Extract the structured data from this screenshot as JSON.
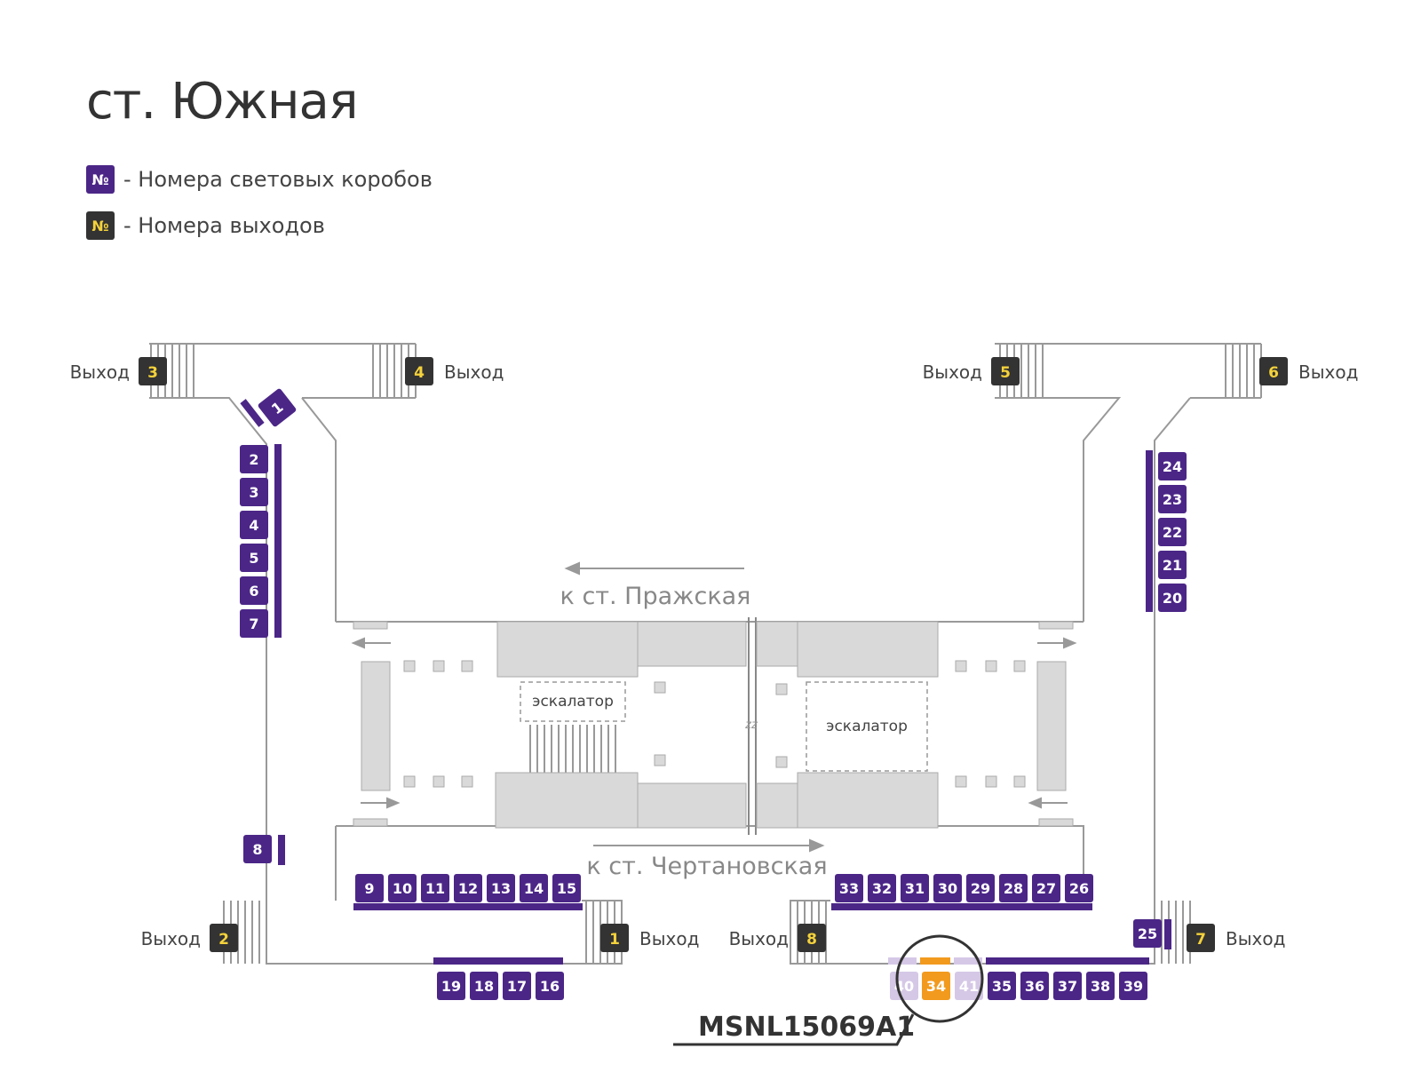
{
  "title": "ст. Южная",
  "legend": [
    {
      "symbol": "№",
      "text": "- Номера световых коробов",
      "color": "#4b2687"
    },
    {
      "symbol": "№",
      "text": "- Номера выходов",
      "color": "#333333"
    }
  ],
  "colors": {
    "box": "#4b2687",
    "exit": "#333333",
    "exit_number": "#f4d23b",
    "highlight": "#f29a1e",
    "faded": "#d5c8e6",
    "wall": "#999999",
    "structure": "#d9d9d9"
  },
  "exit_label": "Выход",
  "exits": [
    "1",
    "2",
    "3",
    "4",
    "5",
    "6",
    "7",
    "8"
  ],
  "directions": {
    "top": "к ст. Пражская",
    "bottom": "к ст. Чертановская"
  },
  "escalator_label": "эскалатор",
  "gap_mark": "zz",
  "boxes": [
    "1",
    "2",
    "3",
    "4",
    "5",
    "6",
    "7",
    "8",
    "9",
    "10",
    "11",
    "12",
    "13",
    "14",
    "15",
    "16",
    "17",
    "18",
    "19",
    "20",
    "21",
    "22",
    "23",
    "24",
    "25",
    "26",
    "27",
    "28",
    "29",
    "30",
    "31",
    "32",
    "33",
    "34",
    "35",
    "36",
    "37",
    "38",
    "39",
    "40",
    "41"
  ],
  "highlight": {
    "box": "34",
    "faded": [
      "40",
      "41"
    ],
    "code": "MSNL15069A1"
  }
}
